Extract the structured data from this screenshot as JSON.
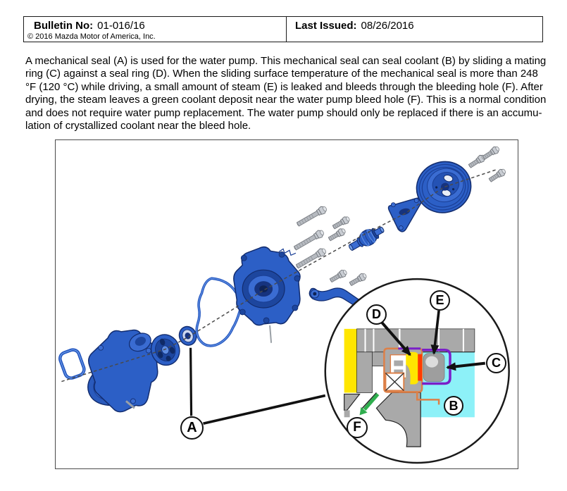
{
  "header": {
    "bulletin_label": "Bulletin No:",
    "bulletin_value": "01-016/16",
    "copyright": "© 2016 Mazda Motor of America, Inc.",
    "issued_label": "Last Issued:",
    "issued_value": "08/26/2016"
  },
  "body": {
    "lines": [
      "A mechanical seal (A) is used for the water pump. This mechanical seal can seal coolant (B) by sliding a mating",
      "ring (C) against a seal ring (D). When the sliding surface temperature of the mechanical seal is more than 248",
      "°F (120 °C) while driving, a small amount of steam (E) is leaked and bleeds through the bleeding hole (F). After",
      "drying, the steam leaves a green coolant deposit near the water pump bleed hole (F). This is a normal condition",
      "and does not require water pump replacement. The water pump should only be replaced if there is an accumu-",
      "lation of crystallized coolant near the bleed hole."
    ]
  },
  "figure": {
    "callouts": [
      {
        "letter": "A"
      },
      {
        "letter": "B"
      },
      {
        "letter": "C"
      },
      {
        "letter": "D"
      },
      {
        "letter": "E"
      },
      {
        "letter": "F"
      }
    ],
    "colors": {
      "part_blue": "#2c5fc6",
      "part_blue_dark": "#122c6e",
      "hardware_gray": "#b6bac0",
      "coolant_cyan": "#8df1f8",
      "mating_ring_yellow": "#ffe600",
      "leak_red": "#ff3b00",
      "seal_ring_purple": "#7a1fc8",
      "retainer_copper": "#dd8048",
      "bleed_arrow_green": "#2fae4e"
    }
  }
}
